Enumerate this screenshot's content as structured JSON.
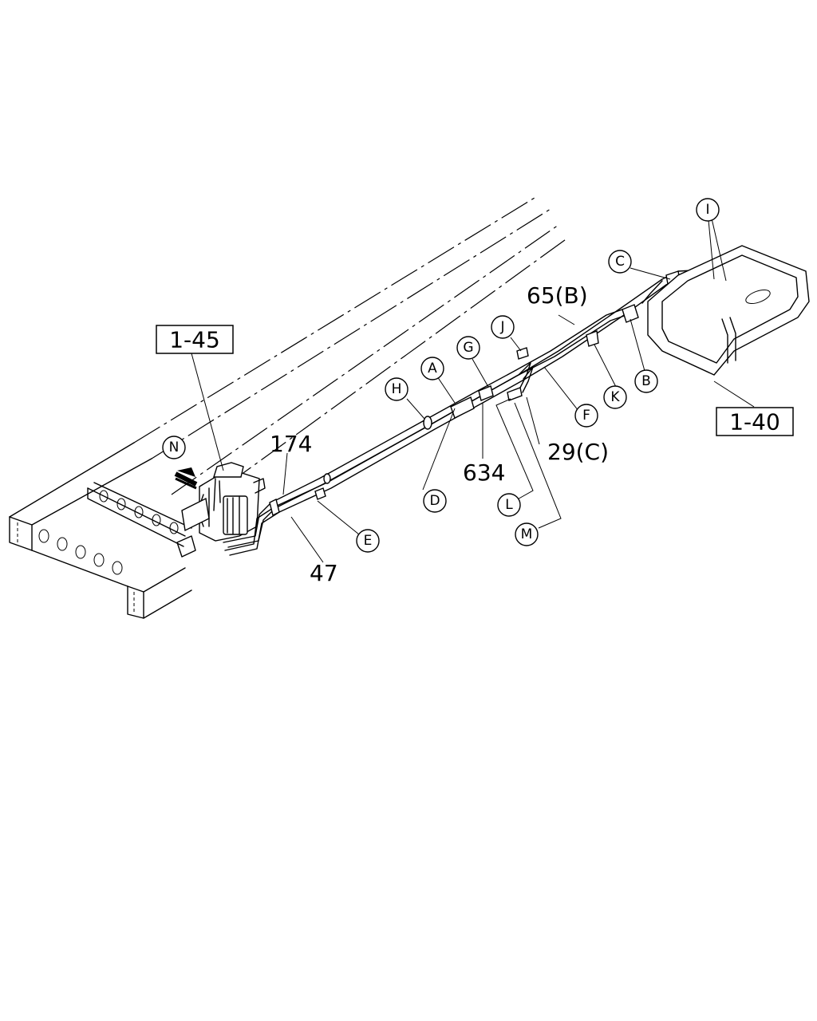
{
  "references": {
    "pump_ref": "1-45",
    "tank_ref": "1-40"
  },
  "part_numbers": {
    "p174": "174",
    "p47": "47",
    "p634": "634",
    "p65": "65(B)",
    "p29": "29(C)"
  },
  "callouts": {
    "A": "A",
    "B": "B",
    "C": "C",
    "D": "D",
    "E": "E",
    "F": "F",
    "G": "G",
    "H": "H",
    "I": "I",
    "J": "J",
    "K": "K",
    "L": "L",
    "M": "M",
    "N": "N"
  }
}
